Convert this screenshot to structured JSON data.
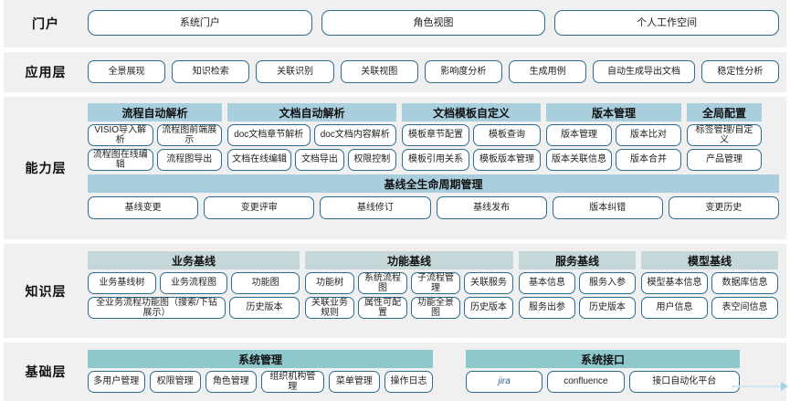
{
  "layers": {
    "portal": {
      "label": "门户",
      "items": [
        "系统门户",
        "角色视图",
        "个人工作空间"
      ]
    },
    "application": {
      "label": "应用层",
      "items": [
        "全景展现",
        "知识检索",
        "关联识别",
        "关联视图",
        "影响度分析",
        "生成用例",
        "自动生成导出文档",
        "稳定性分析"
      ]
    },
    "capability": {
      "label": "能力层",
      "groups": [
        {
          "title": "流程自动解析",
          "row1": [
            "VISIO导入解析",
            "流程图前端展示"
          ],
          "row2": [
            "流程图在线编辑",
            "流程图导出"
          ]
        },
        {
          "title": "文档自动解析",
          "row1": [
            "doc文档章节解析",
            "doc文档内容解析"
          ],
          "row2": [
            "文档在线编辑",
            "文档导出",
            "权限控制"
          ]
        },
        {
          "title": "文档模板自定义",
          "row1": [
            "模板章节配置",
            "模板查询"
          ],
          "row2": [
            "模板引用关系",
            "模板版本管理"
          ]
        },
        {
          "title": "版本管理",
          "row1": [
            "版本管理",
            "版本比对"
          ],
          "row2": [
            "版本关联信息",
            "版本合并"
          ]
        },
        {
          "title": "全局配置",
          "row1": [
            "标签管理/自定义"
          ],
          "row2": [
            "产品管理"
          ]
        }
      ],
      "lifecycle": {
        "title": "基线全生命周期管理",
        "items": [
          "基线变更",
          "变更评审",
          "基线修订",
          "基线发布",
          "版本纠错",
          "变更历史"
        ]
      }
    },
    "knowledge": {
      "label": "知识层",
      "groups": [
        {
          "title": "业务基线",
          "row1": [
            "业务基线树",
            "业务流程图",
            "功能图"
          ],
          "row2": [
            "全业务流程功能图（搜索/下钻展示）",
            "历史版本"
          ]
        },
        {
          "title": "功能基线",
          "row1": [
            "功能树",
            "系统流程图",
            "子流程管理",
            "关联服务"
          ],
          "row2": [
            "关联业务规则",
            "属性可配置",
            "功能全景图",
            "历史版本"
          ]
        },
        {
          "title": "服务基线",
          "row1": [
            "基本信息",
            "服务入参"
          ],
          "row2": [
            "服务出参",
            "历史版本"
          ]
        },
        {
          "title": "模型基线",
          "row1": [
            "模型基本信息",
            "数据库信息"
          ],
          "row2": [
            "用户信息",
            "表空间信息"
          ]
        }
      ]
    },
    "foundation": {
      "label": "基础层",
      "groups": [
        {
          "title": "系统管理",
          "items": [
            "多用户管理",
            "权限管理",
            "角色管理",
            "组织机构管理",
            "菜单管理",
            "操作日志"
          ]
        },
        {
          "title": "系统接口",
          "items": [
            "jira",
            "confluence",
            "接口自动化平台"
          ]
        }
      ]
    }
  },
  "colors": {
    "band_bg": "#f0f0f0",
    "pill_border": "#2e6c8e",
    "capability_header": "#a9cfdf",
    "knowledge_header": "#c6d7d9",
    "foundation_header": "#8dc8cd",
    "arrow": "#9fd4e4"
  }
}
